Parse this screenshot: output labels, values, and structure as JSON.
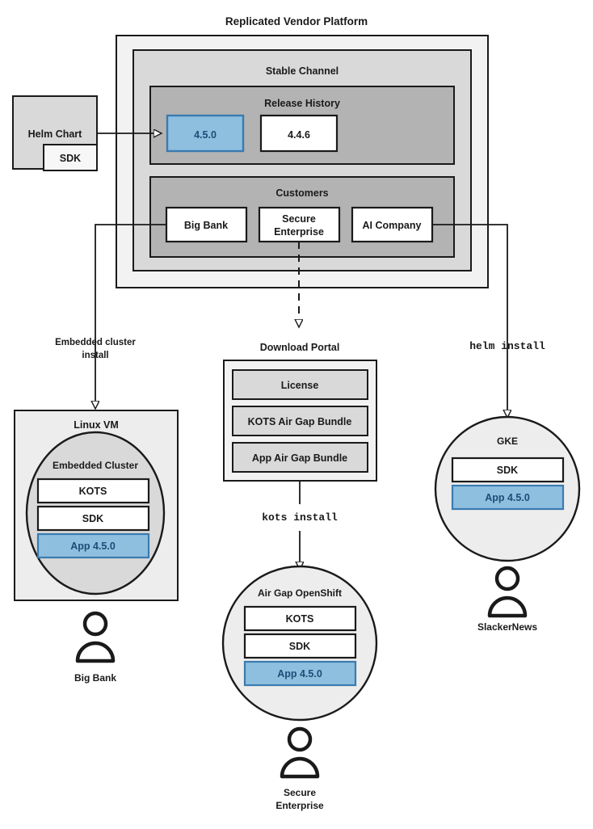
{
  "diagram": {
    "title": "Replicated Vendor Platform",
    "type": "architecture-flow"
  },
  "platform": {
    "title": "Replicated Vendor Platform",
    "channel": {
      "title": "Stable Channel",
      "release_history": {
        "title": "Release History",
        "releases": [
          {
            "version": "4.5.0",
            "highlighted": true
          },
          {
            "version": "4.4.6",
            "highlighted": false
          }
        ]
      },
      "customers": {
        "title": "Customers",
        "items": [
          {
            "name": "Big Bank"
          },
          {
            "name": "Secure\nEnterprise",
            "line1": "Secure",
            "line2": "Enterprise"
          },
          {
            "name": "AI Company"
          }
        ]
      }
    }
  },
  "source": {
    "helm_chart": "Helm Chart",
    "sdk": "SDK"
  },
  "connectors": {
    "embedded_install": {
      "line1": "Embedded cluster",
      "line2": "install"
    },
    "kots_install": "kots install",
    "helm_install": "helm install"
  },
  "download_portal": {
    "title": "Download Portal",
    "artifacts": [
      "License",
      "KOTS Air Gap Bundle",
      "App Air Gap Bundle"
    ]
  },
  "targets": [
    {
      "id": "linux-vm",
      "title": "Linux VM",
      "inner_title": "Embedded Cluster",
      "components": [
        {
          "label": "KOTS",
          "highlighted": false
        },
        {
          "label": "SDK",
          "highlighted": false
        },
        {
          "label": "App 4.5.0",
          "highlighted": true
        }
      ],
      "persona": "Big Bank"
    },
    {
      "id": "air-gap-openshift",
      "title": "Air Gap OpenShift",
      "components": [
        {
          "label": "KOTS",
          "highlighted": false
        },
        {
          "label": "SDK",
          "highlighted": false
        },
        {
          "label": "App 4.5.0",
          "highlighted": true
        }
      ],
      "persona_line1": "Secure",
      "persona_line2": "Enterprise"
    },
    {
      "id": "gke",
      "title": "GKE",
      "components": [
        {
          "label": "SDK",
          "highlighted": false
        },
        {
          "label": "App 4.5.0",
          "highlighted": true
        }
      ],
      "persona": "SlackerNews"
    }
  ],
  "colors": {
    "highlight_fill": "#8fbfdf",
    "highlight_stroke": "#3a7bb0",
    "highlight_text": "#1a4e77",
    "frame_outer": "#f2f2f2",
    "frame_mid": "#d9d9d9",
    "frame_inner": "#b3b3b3",
    "box_white": "#ffffff",
    "stroke": "#1a1a1a"
  }
}
